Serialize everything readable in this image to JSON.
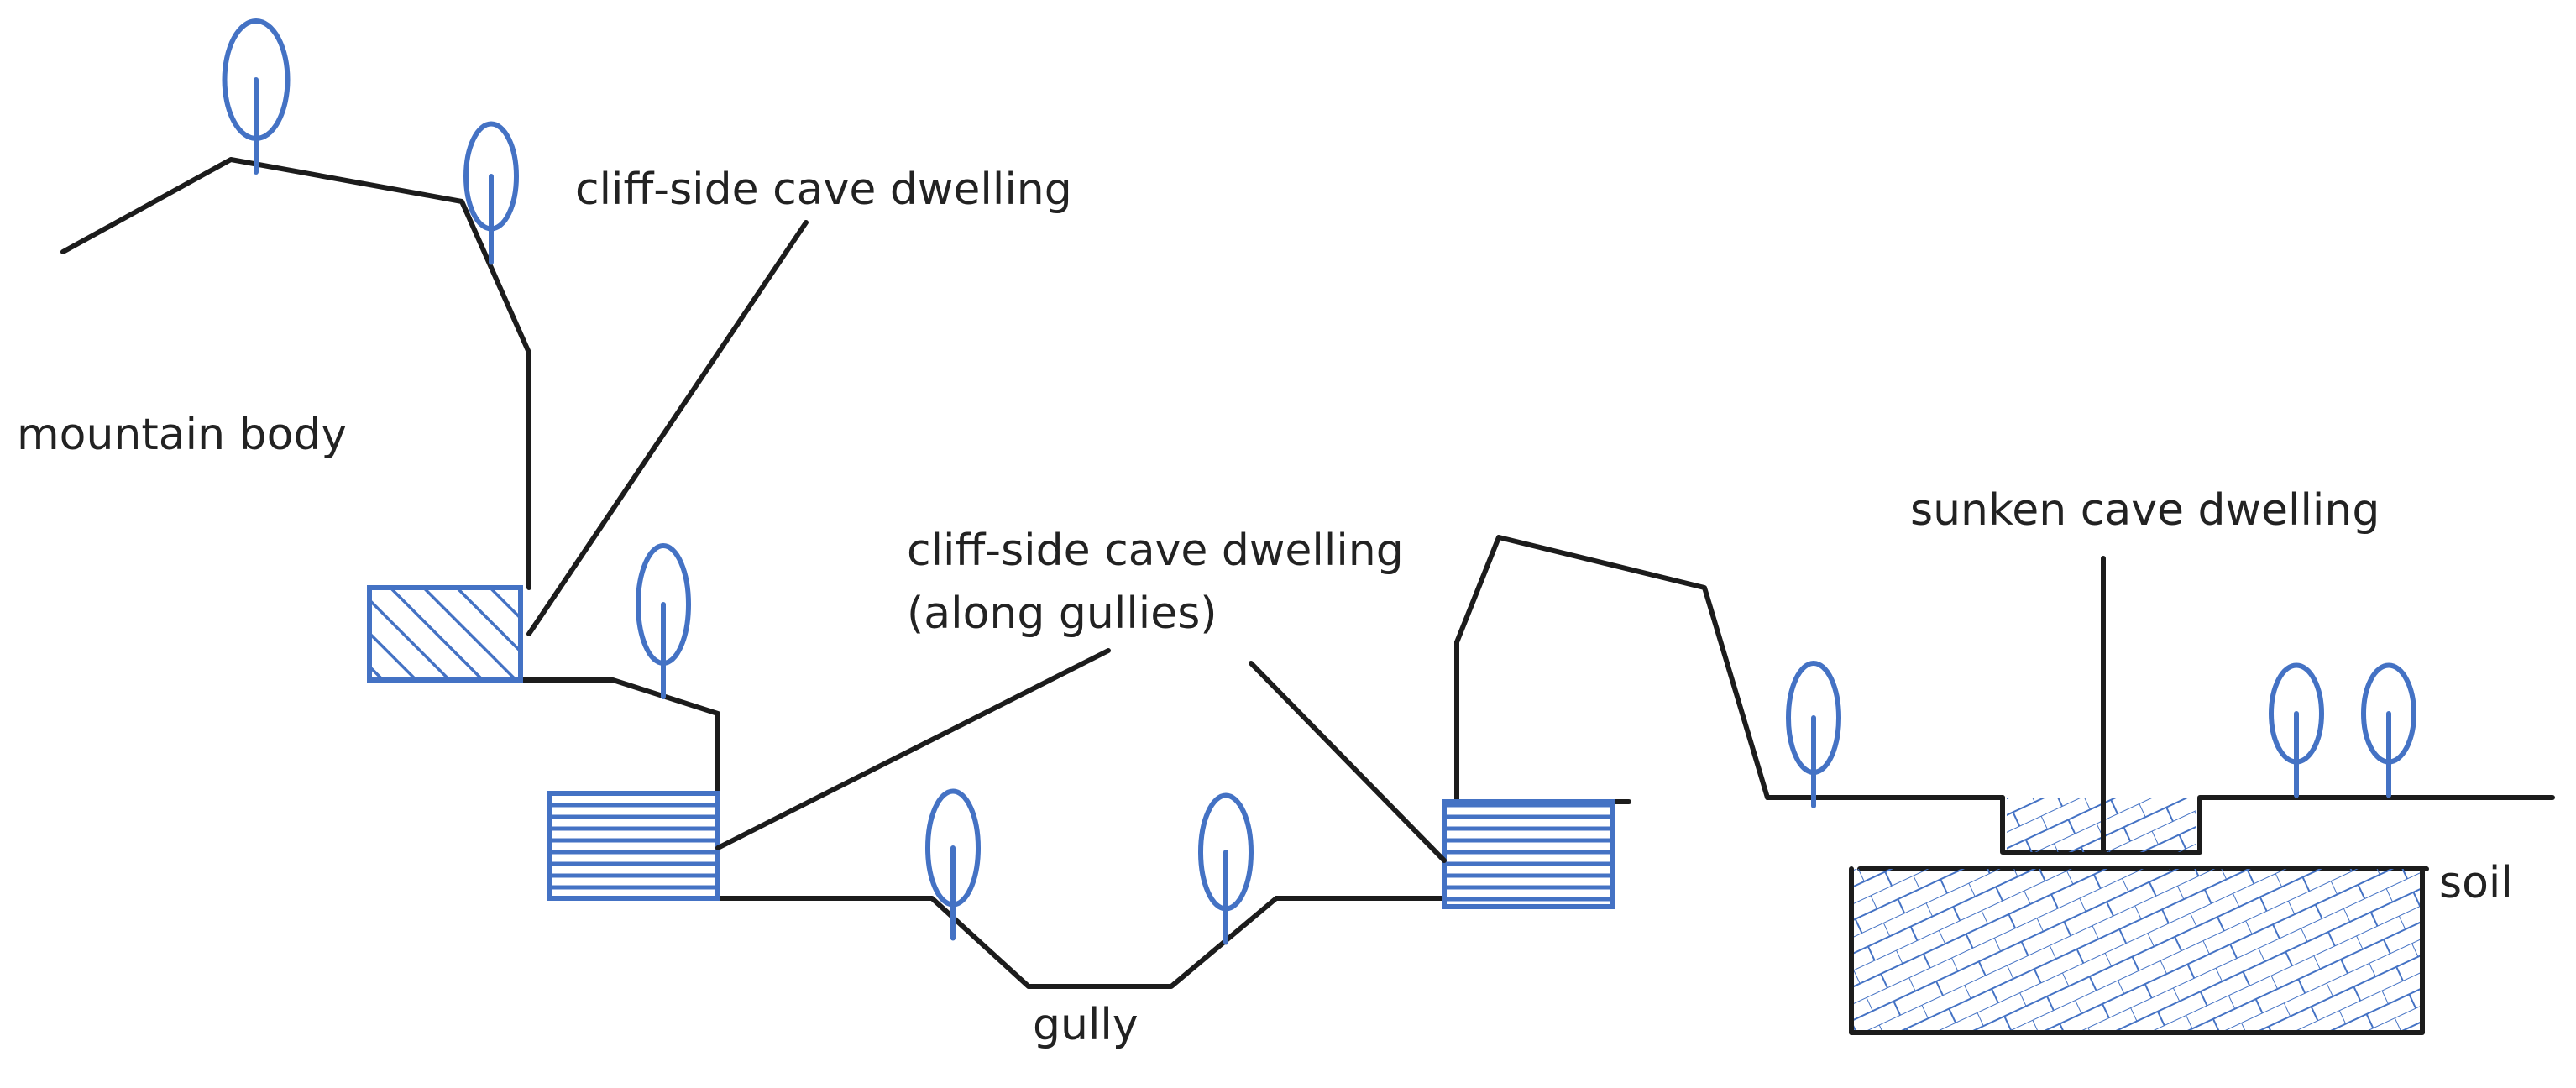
{
  "labels": {
    "mountain_body": "mountain body",
    "cliff_side_top": "cliff-side cave dwelling",
    "cliff_side_gullies_line1": "cliff-side cave dwelling",
    "cliff_side_gullies_line2": "(along gullies)",
    "sunken": "sunken cave dwelling",
    "soil": "soil",
    "gully": "gully"
  },
  "colors": {
    "tree": "#4472c4",
    "dwelling": "#4472c4",
    "line": "#1c1c1c",
    "text": "#222222"
  },
  "icons": {
    "tree": "tree-icon",
    "diagonal_hatch": "diagonal-hatch-pattern",
    "horizontal_hatch": "horizontal-hatch-pattern",
    "brick_hatch": "brick-hatch-pattern"
  }
}
